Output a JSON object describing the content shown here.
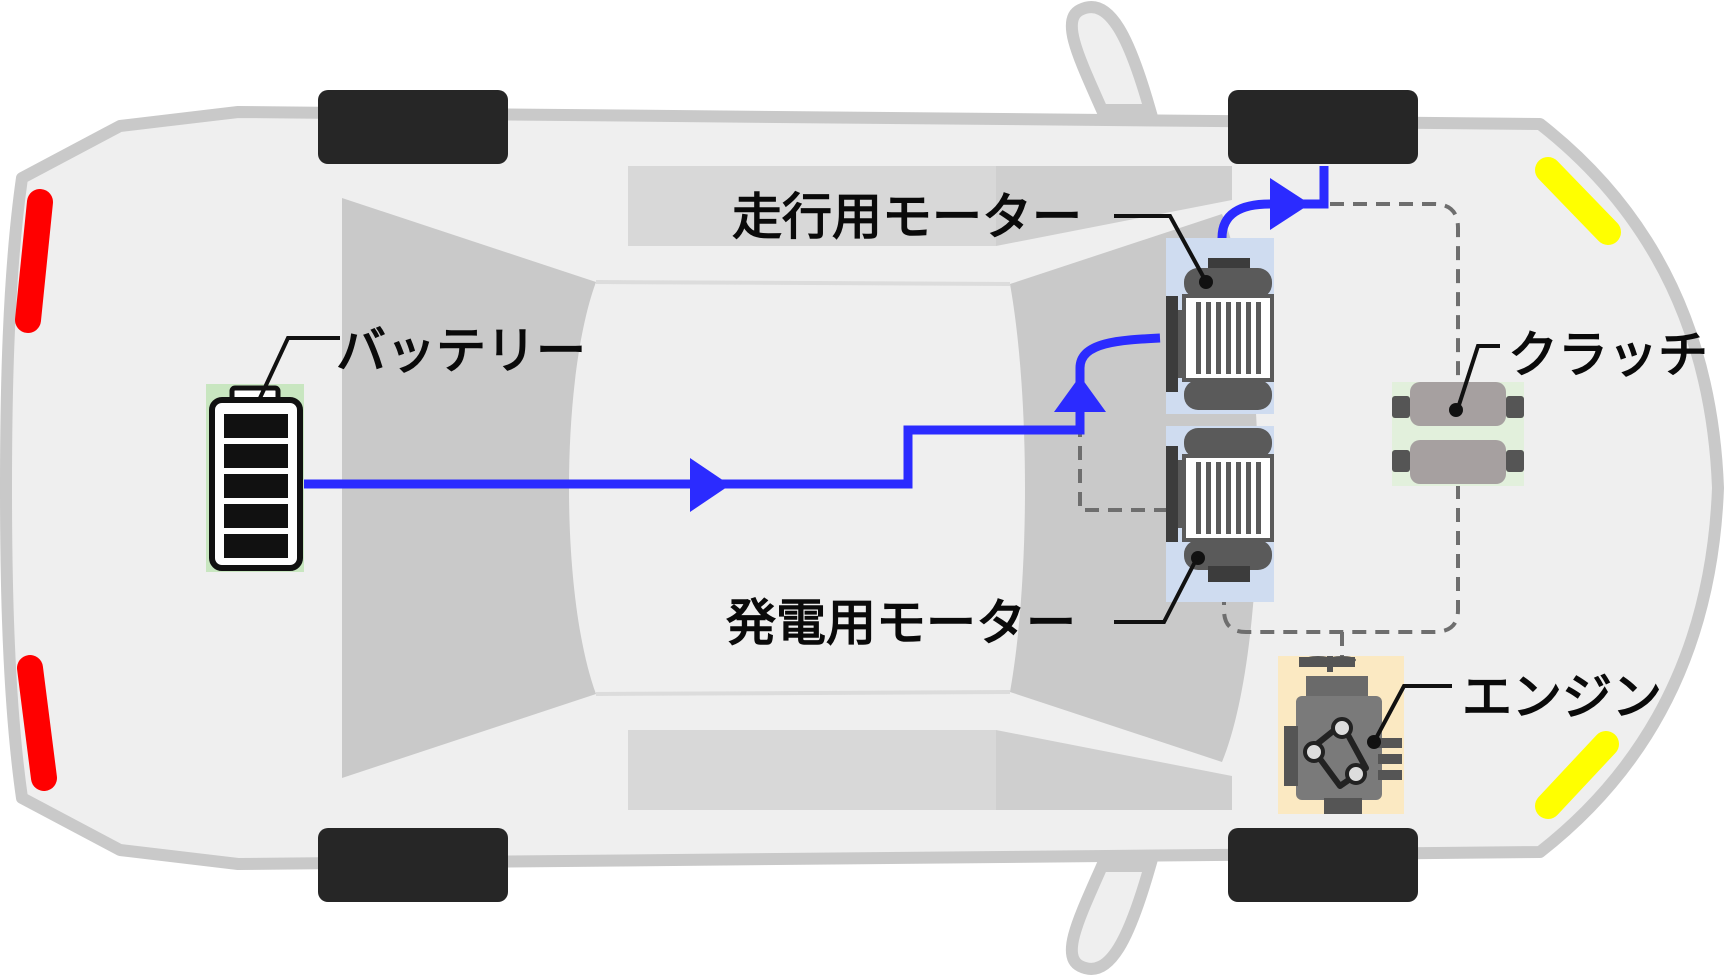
{
  "labels": {
    "battery": "バッテリー",
    "drive_motor": "走行用モーター",
    "generator_motor": "発電用モーター",
    "clutch": "クラッチ",
    "engine": "エンジン"
  },
  "colors": {
    "power_flow": "#2b2bff",
    "body_fill": "#efefef",
    "body_stroke": "#c9c9c9",
    "glass": "#c9c9c9",
    "tire": "#262626",
    "tail_light": "#ff0000",
    "head_light": "#ffff00",
    "battery_bg": "#c8e6c0",
    "motor_bg": "#cfdcf0",
    "clutch_bg": "#e2f0dc",
    "engine_bg": "#fbe9c2",
    "dashed_link": "#6e6e6e"
  },
  "components": [
    "battery-icon",
    "drive-motor-icon",
    "generator-motor-icon",
    "clutch-icon",
    "engine-icon"
  ]
}
